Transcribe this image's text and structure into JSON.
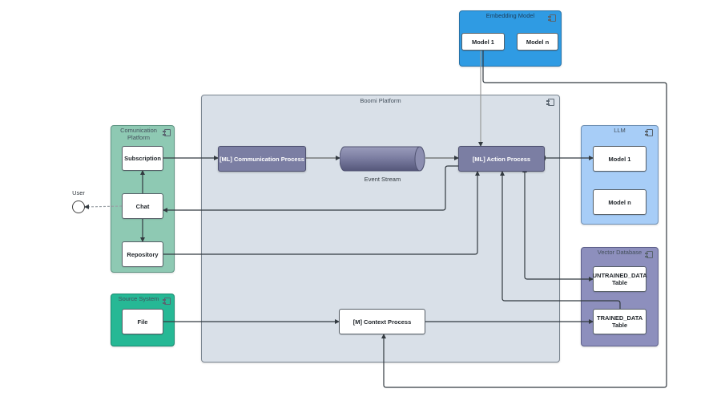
{
  "user": {
    "label": "User"
  },
  "containers": {
    "embedding_model": {
      "title": "Embedding Model",
      "color": "#2f9be3",
      "items": [
        "Model 1",
        "Model n"
      ]
    },
    "boomi_platform": {
      "title": "Boomi Platform",
      "color": "#d9e0e8"
    },
    "communication_platform": {
      "title": "Comunication Platform",
      "color": "#8ec9b3",
      "items": [
        "Subscription",
        "Chat",
        "Repository"
      ]
    },
    "source_system": {
      "title": "Source System",
      "color": "#26b895",
      "items": [
        "File"
      ]
    },
    "llm": {
      "title": "LLM",
      "color": "#a7cdf7",
      "items": [
        "Model 1",
        "Model n"
      ]
    },
    "vector_database": {
      "title": "Vector Database",
      "color": "#8d8fbd",
      "items": [
        "UNTRAINED_DATA Table",
        "TRAINED_DATA Table"
      ]
    }
  },
  "processes": {
    "communication": "[ML] Communication Process",
    "action": "[ML] Action Process",
    "context": "[M] Context Process"
  },
  "event_stream": {
    "label": "Event Stream"
  },
  "edges": [
    {
      "from": "Chat",
      "to": "User",
      "style": "dashed"
    },
    {
      "from": "Chat",
      "to": "Subscription"
    },
    {
      "from": "Chat",
      "to": "Repository"
    },
    {
      "from": "Subscription",
      "to": "[ML] Communication Process"
    },
    {
      "from": "[ML] Communication Process",
      "to": "Event Stream"
    },
    {
      "from": "Event Stream",
      "to": "[ML] Action Process"
    },
    {
      "from": "[ML] Action Process",
      "to": "Chat"
    },
    {
      "from": "Repository",
      "to": "[ML] Action Process"
    },
    {
      "from": "Embedding Model",
      "to": "[ML] Action Process"
    },
    {
      "from": "[ML] Action Process",
      "to": "LLM Model 1",
      "style": "bidirectional"
    },
    {
      "from": "UNTRAINED_DATA Table",
      "to": "[ML] Action Process",
      "style": "bidirectional"
    },
    {
      "from": "TRAINED_DATA Table",
      "to": "[ML] Action Process"
    },
    {
      "from": "File",
      "to": "[M] Context Process"
    },
    {
      "from": "[M] Context Process",
      "to": "TRAINED_DATA Table"
    },
    {
      "from": "Embedding Model Model 1",
      "to": "[M] Context Process"
    }
  ]
}
